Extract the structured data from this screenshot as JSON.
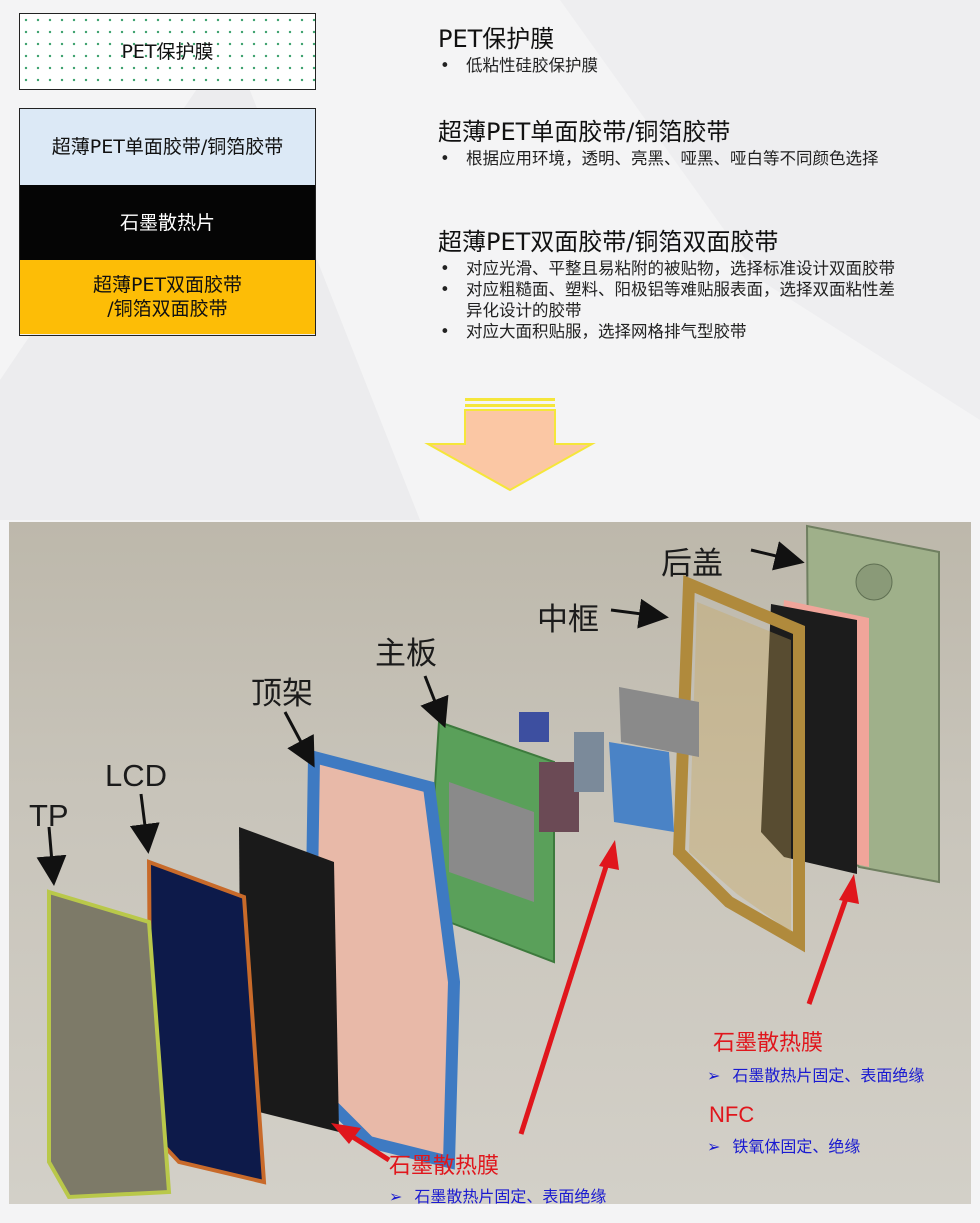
{
  "layers": {
    "pet_film": "PET保护膜",
    "pet_tape": "超薄PET单面胶带/铜箔胶带",
    "graphite": "石墨散热片",
    "double_tape": "超薄PET双面胶带\n/铜箔双面胶带"
  },
  "descriptions": {
    "pet_film": {
      "title": "PET保护膜",
      "bullets": [
        "低粘性硅胶保护膜"
      ]
    },
    "pet_tape": {
      "title": "超薄PET单面胶带/铜箔胶带",
      "bullets": [
        "根据应用环境，透明、亮黑、哑黑、哑白等不同颜色选择"
      ]
    },
    "double_tape": {
      "title": "超薄PET双面胶带/铜箔双面胶带",
      "bullets": [
        "对应光滑、平整且易粘附的被贴物，选择标准设计双面胶带",
        "对应粗糙面、塑料、阳极铝等难贴服表面，选择双面粘性差异化设计的胶带",
        "对应大面积贴服，选择网格排气型胶带"
      ]
    }
  },
  "diagram": {
    "labels": {
      "tp": "TP",
      "lcd": "LCD",
      "top_frame": "顶架",
      "mainboard": "主板",
      "mid_frame": "中框",
      "back_cover": "后盖"
    },
    "callouts": {
      "graphite_right": {
        "title": "石墨散热膜",
        "note": "石墨散热片固定、表面绝缘"
      },
      "nfc": {
        "title": "NFC",
        "note": "铁氧体固定、绝缘"
      },
      "graphite_bottom": {
        "title": "石墨散热膜",
        "note": "石墨散热片固定、表面绝缘"
      }
    },
    "bullet_glyph": "➢"
  },
  "colors": {
    "arrow_fill": "#fbc7a4",
    "arrow_stripe": "#f5e63a",
    "callout_red": "#e0161c",
    "note_blue": "#1a1ad0",
    "graphite_black": "#050505",
    "tape_yellow": "#fdbd06",
    "tape_blue": "#dce9f6"
  }
}
